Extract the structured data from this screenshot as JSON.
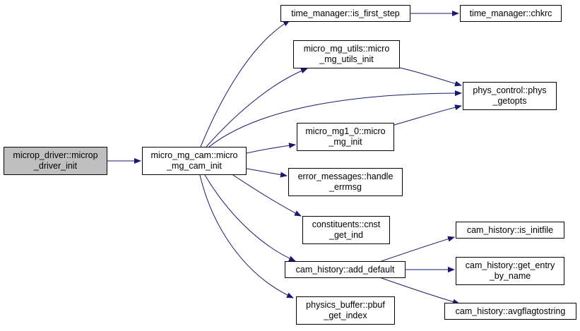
{
  "colors": {
    "edge": "#191970",
    "root_fill": "#bfbfbf",
    "node_fill": "#ffffff",
    "border": "#000000"
  },
  "nodes": [
    {
      "id": "microp_driver_init",
      "lines": [
        "microp_driver::microp",
        "_driver_init"
      ],
      "root": true
    },
    {
      "id": "micro_mg_cam_init",
      "lines": [
        "micro_mg_cam::micro",
        "_mg_cam_init"
      ]
    },
    {
      "id": "is_first_step",
      "lines": [
        "time_manager::is_first_step"
      ]
    },
    {
      "id": "chkrc",
      "lines": [
        "time_manager::chkrc"
      ]
    },
    {
      "id": "micro_mg_utils_init",
      "lines": [
        "micro_mg_utils::micro",
        "_mg_utils_init"
      ]
    },
    {
      "id": "phys_getopts",
      "lines": [
        "phys_control::phys",
        "_getopts"
      ]
    },
    {
      "id": "micro_mg_init",
      "lines": [
        "micro_mg1_0::micro",
        "_mg_init"
      ]
    },
    {
      "id": "handle_errmsg",
      "lines": [
        "error_messages::handle",
        "_errmsg"
      ]
    },
    {
      "id": "cnst_get_ind",
      "lines": [
        "constituents::cnst",
        "_get_ind"
      ]
    },
    {
      "id": "add_default",
      "lines": [
        "cam_history::add_default"
      ]
    },
    {
      "id": "is_initfile",
      "lines": [
        "cam_history::is_initfile"
      ]
    },
    {
      "id": "get_entry_by_name",
      "lines": [
        "cam_history::get_entry",
        "_by_name"
      ]
    },
    {
      "id": "avgflagtostring",
      "lines": [
        "cam_history::avgflagtostring"
      ]
    },
    {
      "id": "pbuf_get_index",
      "lines": [
        "physics_buffer::pbuf",
        "_get_index"
      ]
    }
  ],
  "edges": [
    {
      "from": "microp_driver_init",
      "to": "micro_mg_cam_init"
    },
    {
      "from": "micro_mg_cam_init",
      "to": "is_first_step"
    },
    {
      "from": "micro_mg_cam_init",
      "to": "micro_mg_utils_init"
    },
    {
      "from": "micro_mg_cam_init",
      "to": "phys_getopts"
    },
    {
      "from": "micro_mg_cam_init",
      "to": "micro_mg_init"
    },
    {
      "from": "micro_mg_cam_init",
      "to": "handle_errmsg"
    },
    {
      "from": "micro_mg_cam_init",
      "to": "cnst_get_ind"
    },
    {
      "from": "micro_mg_cam_init",
      "to": "add_default"
    },
    {
      "from": "micro_mg_cam_init",
      "to": "pbuf_get_index"
    },
    {
      "from": "is_first_step",
      "to": "chkrc"
    },
    {
      "from": "micro_mg_utils_init",
      "to": "phys_getopts"
    },
    {
      "from": "micro_mg_init",
      "to": "phys_getopts"
    },
    {
      "from": "add_default",
      "to": "is_initfile"
    },
    {
      "from": "add_default",
      "to": "get_entry_by_name"
    },
    {
      "from": "add_default",
      "to": "avgflagtostring"
    }
  ]
}
